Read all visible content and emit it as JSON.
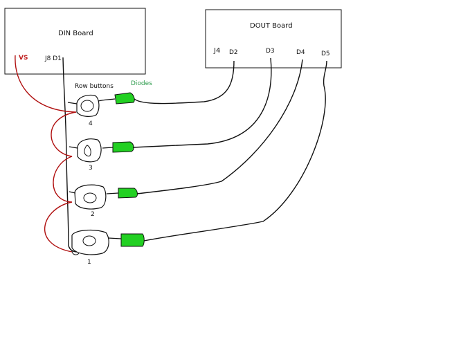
{
  "boards": {
    "din": {
      "title": "DIN Board",
      "vs_label": "VS",
      "connector_label": "J8 D1"
    },
    "dout": {
      "title": "DOUT Board",
      "connector_label": "J4",
      "pins": [
        "D2",
        "D3",
        "D4",
        "D5"
      ]
    }
  },
  "labels": {
    "row_buttons": "Row buttons",
    "diodes": "Diodes"
  },
  "buttons": [
    {
      "number": "4"
    },
    {
      "number": "3"
    },
    {
      "number": "2"
    },
    {
      "number": "1"
    }
  ],
  "colors": {
    "wire": "#111111",
    "vs_wire": "#b01010",
    "vs_text": "#c02020",
    "diode_fill": "#22d022",
    "diodes_text": "#2a9a4a"
  }
}
